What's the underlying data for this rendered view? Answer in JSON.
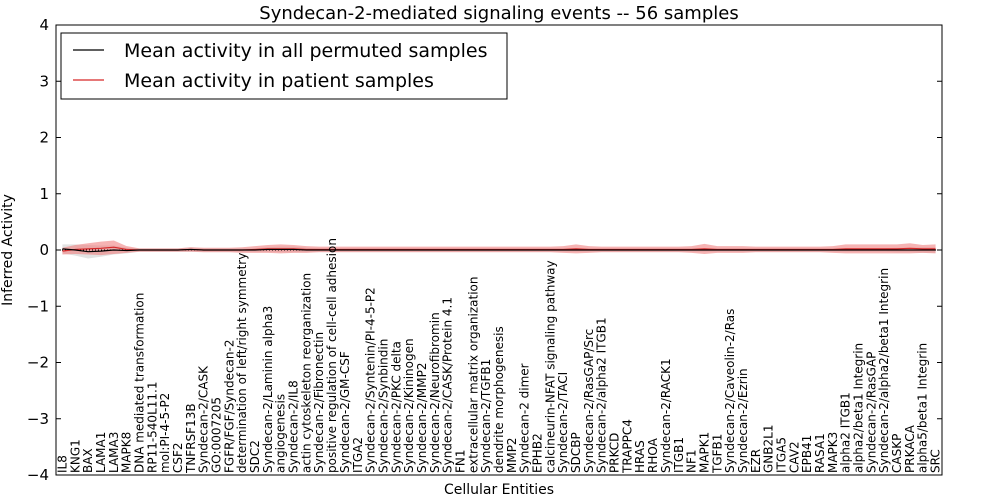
{
  "chart_data": {
    "type": "line",
    "title": "Syndecan-2-mediated signaling events -- 56 samples",
    "xlabel": "Cellular Entities",
    "ylabel": "Inferred Activity",
    "ylim": [
      -4,
      4
    ],
    "yticks": [
      "−4",
      "−3",
      "−2",
      "−1",
      "0",
      "1",
      "2",
      "3",
      "4"
    ],
    "yticks_values": [
      -4,
      -3,
      -2,
      -1,
      0,
      1,
      2,
      3,
      4
    ],
    "grid": false,
    "legend_position": "top-left",
    "categories": [
      "IL8",
      "KNG1",
      "BAX",
      "LAMA1",
      "LAMA3",
      "MAPK8",
      "DNA mediated transformation",
      "RP11-540L11.1",
      "mol:PI-4-5-P2",
      "CSF2",
      "TNFRSF13B",
      "Syndecan-2/CASK",
      "GO:0007205",
      "FGFR/FGF/Syndecan-2",
      "determination of left/right symmetry",
      "SDC2",
      "Syndecan-2/Laminin alpha3",
      "angiogenesis",
      "Syndecan-2/IL8",
      "actin cytoskeleton reorganization",
      "Syndecan-2/Fibronectin",
      "positive regulation of cell-cell adhesion",
      "Syndecan-2/GM-CSF",
      "ITGA2",
      "Syndecan-2/Syntenin/PI-4-5-P2",
      "Syndecan-2/Synbindin",
      "Syndecan-2/PKC delta",
      "Syndecan-2/Kininogen",
      "Syndecan-2/MMP2",
      "Syndecan-2/Neurofibromin",
      "Syndecan-2/CASK/Protein 4.1",
      "FN1",
      "extracellular matrix organization",
      "Syndecan-2/TGFB1",
      "dendrite morphogenesis",
      "MMP2",
      "Syndecan-2 dimer",
      "EPHB2",
      "calcineurin-NFAT signaling pathway",
      "Syndecan-2/TACI",
      "SDCBP",
      "Syndecan-2/RasGAP/Src",
      "Syndecan-2/alpha2 ITGB1",
      "PRKCD",
      "TRAPPC4",
      "HRAS",
      "RHOA",
      "Syndecan-2/RACK1",
      "ITGB1",
      "NF1",
      "MAPK1",
      "TGFB1",
      "Syndecan-2/Caveolin-2/Ras",
      "Syndecan-2/Ezrin",
      "EZR",
      "GNB2L1",
      "ITGA5",
      "CAV2",
      "EPB41",
      "RASA1",
      "MAPK3",
      "alpha2 ITGB1",
      "alpha2/beta1 Integrin",
      "Syndecan-2/RasGAP",
      "Syndecan-2/alpha2/beta1 Integrin",
      "CASKP",
      "PRKACA",
      "alpha5/beta1 Integrin",
      "SRC"
    ],
    "series": [
      {
        "name": "Mean activity in all permuted samples",
        "color": "#000000",
        "band_color": "#d6d6d6",
        "values": [
          0.02,
          0.0,
          -0.03,
          -0.02,
          0.0,
          -0.01,
          0.0,
          0.0,
          0.0,
          0.0,
          0.01,
          0.0,
          0.0,
          0.0,
          0.0,
          0.0,
          0.01,
          0.01,
          0.01,
          0.0,
          0.0,
          0.0,
          0.0,
          0.0,
          0.0,
          0.0,
          0.0,
          0.0,
          0.0,
          0.0,
          0.0,
          0.0,
          0.0,
          0.0,
          0.0,
          0.0,
          0.0,
          0.0,
          0.0,
          0.0,
          0.0,
          0.0,
          0.0,
          0.0,
          0.0,
          0.0,
          0.0,
          0.0,
          0.0,
          0.0,
          0.0,
          0.0,
          0.0,
          0.0,
          0.0,
          0.0,
          0.0,
          0.0,
          0.0,
          0.0,
          0.0,
          0.0,
          0.0,
          0.0,
          0.0,
          0.0,
          0.0,
          0.0,
          0.0
        ],
        "spread": [
          0.08,
          0.1,
          0.12,
          0.1,
          0.08,
          0.05,
          0.03,
          0.03,
          0.03,
          0.03,
          0.04,
          0.03,
          0.03,
          0.03,
          0.03,
          0.03,
          0.04,
          0.05,
          0.05,
          0.04,
          0.03,
          0.03,
          0.03,
          0.03,
          0.03,
          0.03,
          0.03,
          0.03,
          0.03,
          0.03,
          0.03,
          0.03,
          0.03,
          0.03,
          0.03,
          0.03,
          0.03,
          0.03,
          0.03,
          0.03,
          0.03,
          0.03,
          0.03,
          0.03,
          0.03,
          0.03,
          0.03,
          0.03,
          0.03,
          0.03,
          0.03,
          0.03,
          0.03,
          0.03,
          0.03,
          0.03,
          0.03,
          0.03,
          0.03,
          0.03,
          0.03,
          0.03,
          0.03,
          0.03,
          0.03,
          0.04,
          0.04,
          0.05,
          0.05
        ]
      },
      {
        "name": "Mean activity in patient samples",
        "color": "#d62728",
        "band_color": "#f08080",
        "values": [
          -0.02,
          0.01,
          0.02,
          0.03,
          0.05,
          0.01,
          0.0,
          0.0,
          0.0,
          0.0,
          0.01,
          0.0,
          0.0,
          0.0,
          0.0,
          0.01,
          0.02,
          0.02,
          0.02,
          0.01,
          0.01,
          0.01,
          0.01,
          0.01,
          0.01,
          0.01,
          0.01,
          0.01,
          0.01,
          0.01,
          0.01,
          0.01,
          0.01,
          0.01,
          0.01,
          0.01,
          0.01,
          0.01,
          0.01,
          0.01,
          0.02,
          0.01,
          0.01,
          0.01,
          0.01,
          0.01,
          0.01,
          0.01,
          0.01,
          0.01,
          0.02,
          0.01,
          0.01,
          0.01,
          0.01,
          0.01,
          0.01,
          0.01,
          0.01,
          0.01,
          0.01,
          0.02,
          0.02,
          0.02,
          0.02,
          0.02,
          0.03,
          0.02,
          0.02
        ],
        "spread": [
          0.06,
          0.08,
          0.1,
          0.12,
          0.12,
          0.06,
          0.03,
          0.03,
          0.03,
          0.03,
          0.04,
          0.04,
          0.04,
          0.04,
          0.05,
          0.06,
          0.07,
          0.08,
          0.07,
          0.06,
          0.05,
          0.05,
          0.05,
          0.05,
          0.05,
          0.05,
          0.05,
          0.05,
          0.05,
          0.05,
          0.05,
          0.05,
          0.05,
          0.05,
          0.05,
          0.05,
          0.05,
          0.05,
          0.05,
          0.06,
          0.08,
          0.06,
          0.05,
          0.05,
          0.05,
          0.05,
          0.05,
          0.05,
          0.05,
          0.06,
          0.09,
          0.06,
          0.06,
          0.06,
          0.05,
          0.05,
          0.05,
          0.05,
          0.05,
          0.05,
          0.06,
          0.08,
          0.08,
          0.08,
          0.08,
          0.08,
          0.09,
          0.07,
          0.08
        ]
      }
    ]
  }
}
